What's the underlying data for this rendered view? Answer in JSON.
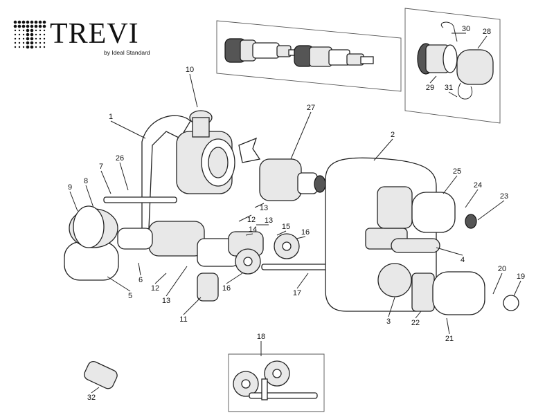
{
  "brand": {
    "name": "TREVI",
    "tagline": "by Ideal Standard"
  },
  "callouts": [
    "1",
    "2",
    "3",
    "4",
    "5",
    "6",
    "7",
    "8",
    "9",
    "10",
    "11",
    "12",
    "12",
    "13",
    "13",
    "13",
    "14",
    "15",
    "16",
    "16",
    "17",
    "18",
    "19",
    "20",
    "21",
    "22",
    "23",
    "24",
    "25",
    "26",
    "27",
    "28",
    "29",
    "30",
    "31",
    "32"
  ]
}
